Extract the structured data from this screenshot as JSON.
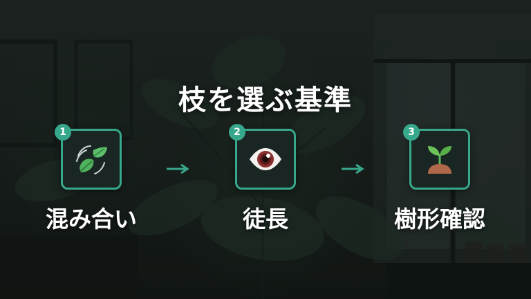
{
  "title": "枝を選ぶ基準",
  "accent_color": "#37a88c",
  "steps": [
    {
      "number": "1",
      "icon": "leaves-icon",
      "label": "混み合い"
    },
    {
      "number": "2",
      "icon": "eye-icon",
      "label": "徒長"
    },
    {
      "number": "3",
      "icon": "sprout-icon",
      "label": "樹形確認"
    }
  ]
}
